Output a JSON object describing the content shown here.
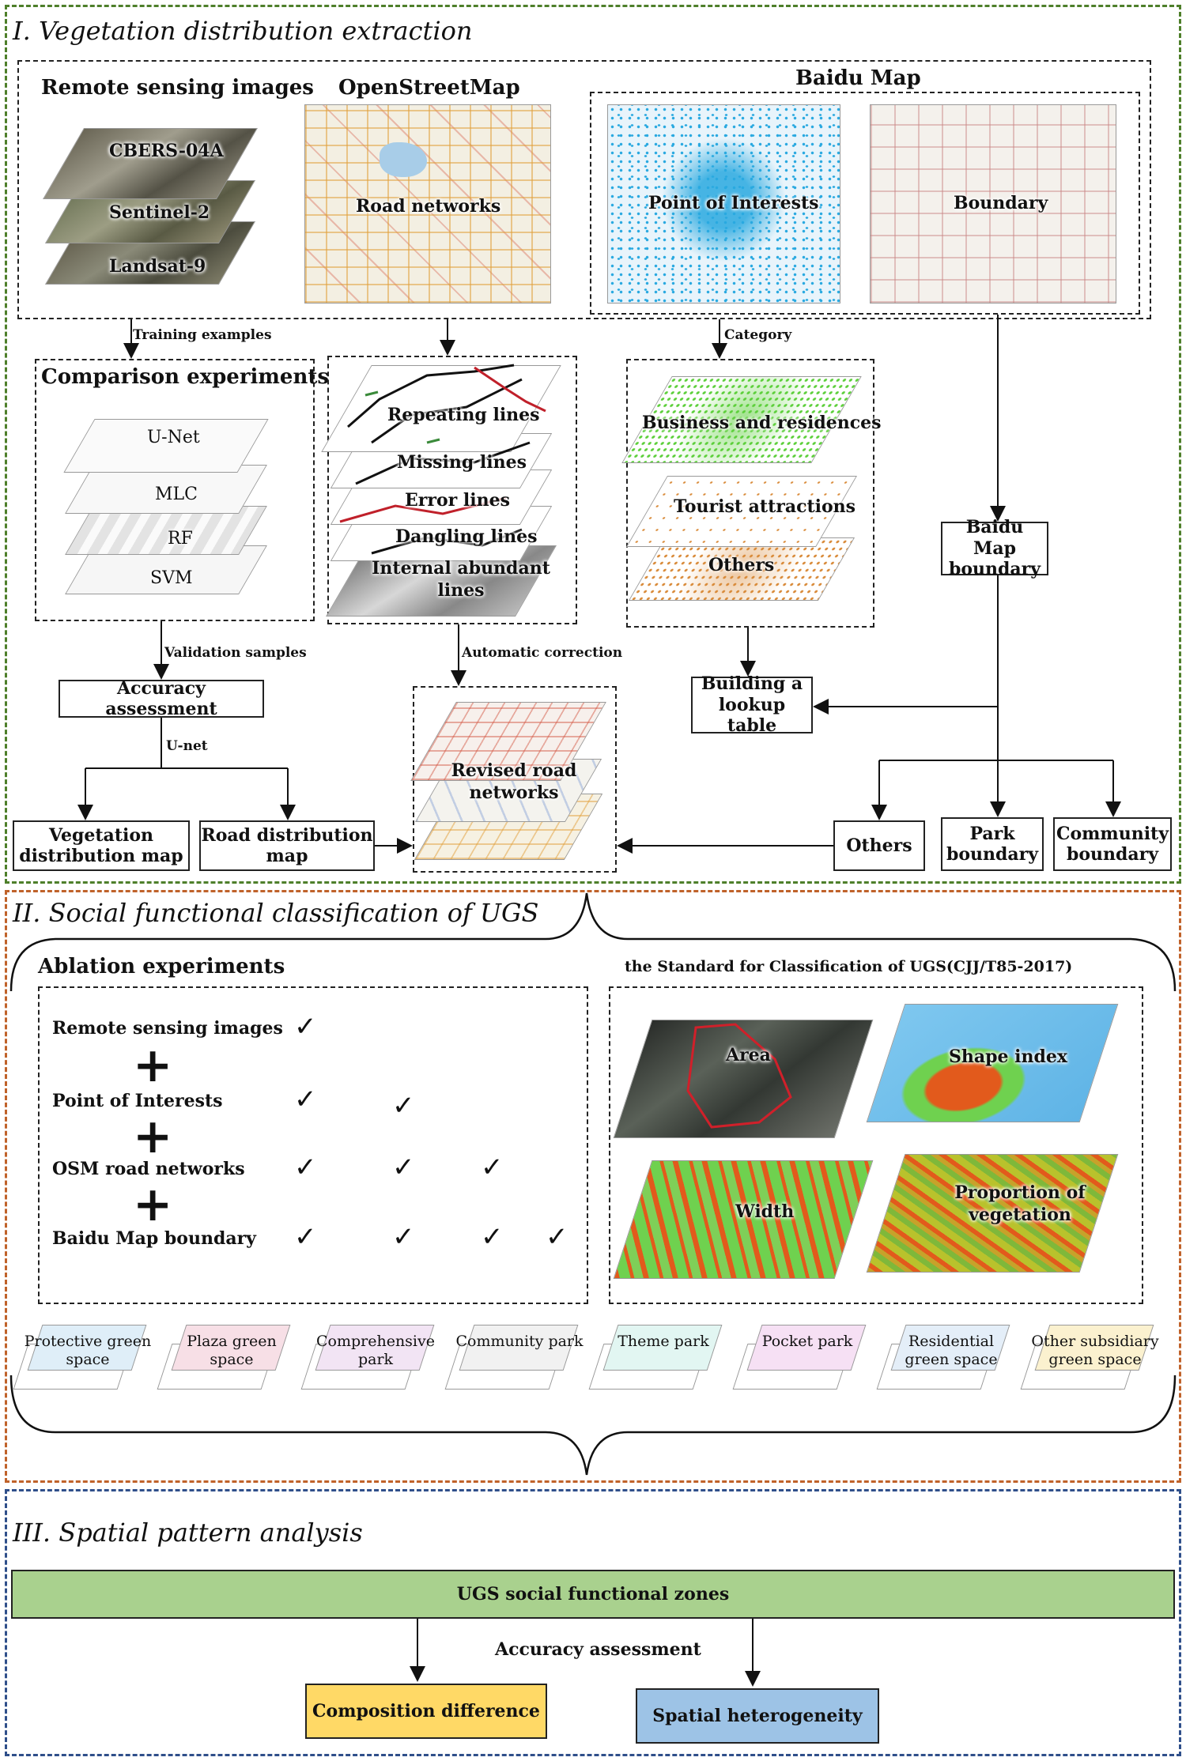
{
  "section1": {
    "title": "I. Vegetation distribution extraction",
    "remote_sensing": {
      "header": "Remote  sensing images",
      "layers": [
        "CBERS-04A",
        "Sentinel-2",
        "Landsat-9"
      ]
    },
    "osm": {
      "header": "OpenStreetMap",
      "label": "Road networks"
    },
    "baidu": {
      "header": "Baidu Map",
      "poi_label": "Point of Interests",
      "boundary_label": "Boundary"
    },
    "arrow_labels": {
      "training": "Training examples",
      "category": "Category",
      "validation": "Validation samples",
      "unet": "U-net",
      "auto_correction": "Automatic correction"
    },
    "comparison": {
      "header": "Comparison experiments",
      "models": [
        "U-Net",
        "MLC",
        "RF",
        "SVM"
      ]
    },
    "road_errors": [
      "Repeating lines",
      "Missing lines",
      "Error lines",
      "Dangling lines",
      "Internal abundant lines"
    ],
    "poi_categories": [
      "Business and residences",
      "Tourist attractions",
      "Others"
    ],
    "baidu_map_boundary": "Baidu Map boundary",
    "lookup_table": "Building a lookup table",
    "accuracy_assessment": "Accuracy assessment",
    "vegetation_map": "Vegetation distribution map",
    "road_map": "Road distribution map",
    "revised_roads": "Revised road networks",
    "boundary_types": [
      "Others",
      "Park boundary",
      "Community boundary"
    ]
  },
  "section2": {
    "title": "II. Social functional classification of UGS",
    "ablation": {
      "header": "Ablation experiments",
      "rows": [
        "Remote  sensing images",
        "Point of Interests",
        "OSM road networks",
        "Baidu Map boundary"
      ],
      "checks": [
        1,
        2,
        3,
        4
      ],
      "check_symbol": "✓",
      "plus_symbol": "+"
    },
    "standard": {
      "header": "the Standard for Classification of  UGS(CJJ/T85-2017)",
      "metrics": [
        "Area",
        "Shape index",
        "Width",
        "Proportion of vegetation"
      ]
    },
    "classes": [
      "Protective green space",
      "Plaza green space",
      "Comprehensive park",
      "Community park",
      "Theme park",
      "Pocket park",
      "Residential green space",
      "Other subsidiary green space"
    ]
  },
  "section3": {
    "title": "III. Spatial pattern analysis",
    "zones": "UGS social functional zones",
    "accuracy": "Accuracy assessment",
    "composition": "Composition difference",
    "heterogeneity": "Spatial heterogeneity"
  },
  "colors": {
    "section1_border": "#4e7f2a",
    "section2_border": "#c0622a",
    "section3_border": "#2f4f8a",
    "zones_fill": "#a9d18e",
    "composition_fill": "#ffd966",
    "heterogeneity_fill": "#9dc3e6",
    "poi_blue": "#29a9e0",
    "business_green": "#5ccf3a",
    "tourist_orange": "#d98b3a",
    "veg_green": "#6fd14f",
    "road_orange": "#e25a1c"
  }
}
